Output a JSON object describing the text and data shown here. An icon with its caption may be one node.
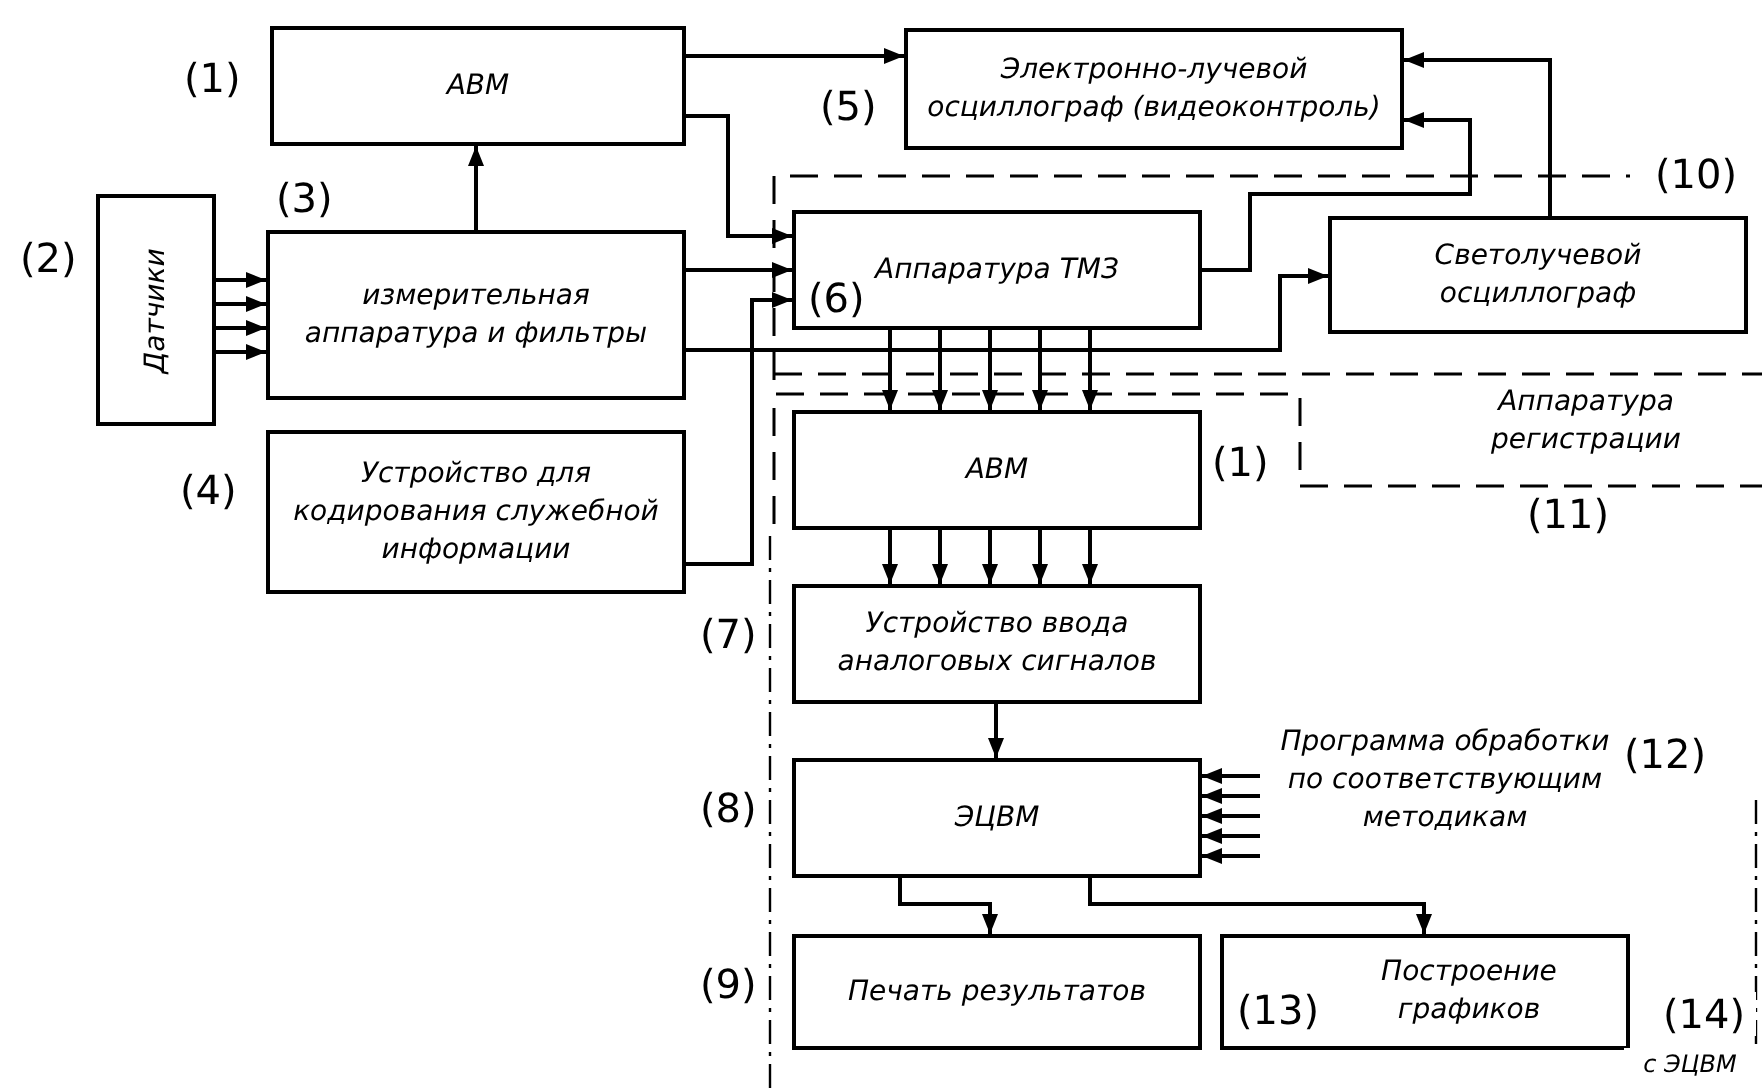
{
  "diagram": {
    "nodes": [
      {
        "text": [
          "АВМ"
        ],
        "beside": [
          "(1)"
        ]
      },
      {
        "text": [
          "Датчики"
        ],
        "beside": [
          "(2)"
        ]
      },
      {
        "text": [
          "измерительная аппаратура и фильтры"
        ],
        "beside": [
          "(3)"
        ]
      },
      {
        "text": [
          "Устройство для кодирования служебной информации"
        ],
        "beside": [
          "(4)"
        ]
      },
      {
        "text": [
          "Электронно-лучевой осциллограф (видеоконтроль)"
        ],
        "beside": [
          "(5)"
        ]
      },
      {
        "text": [
          "Аппаратура ТМЗ",
          "(6)"
        ]
      },
      {
        "text": [
          "Светолучевой осциллограф"
        ]
      },
      {
        "text": [
          "АВМ"
        ],
        "beside": [
          "(1)"
        ]
      },
      {
        "text": [
          "Устройство ввода аналоговых сигналов"
        ],
        "beside": [
          "(7)"
        ]
      },
      {
        "text": [
          "ЭЦВМ"
        ],
        "beside": [
          "(8)"
        ]
      },
      {
        "text": [
          "Печать результатов"
        ],
        "beside": [
          "(9)"
        ]
      },
      {
        "text": [
          "Построение графиков"
        ]
      },
      {
        "text": [
          "Программа обработки по соответствующим методикам"
        ],
        "beside": [
          "(12)"
        ]
      }
    ],
    "edges": [
      {
        "from": 2,
        "to": 0,
        "arrow": "to"
      },
      {
        "from": 1,
        "to": 2,
        "arrow": "to"
      },
      {
        "from": 1,
        "to": 2,
        "arrow": "to"
      },
      {
        "from": 1,
        "to": 2,
        "arrow": "to"
      },
      {
        "from": 1,
        "to": 2,
        "arrow": "to"
      },
      {
        "from": 0,
        "to": 4,
        "arrow": "to"
      },
      {
        "from": 0,
        "to": 5,
        "arrow": "to"
      },
      {
        "from": 2,
        "to": 5,
        "arrow": "to"
      },
      {
        "from": 3,
        "to": 5,
        "arrow": "to"
      },
      {
        "from": 2,
        "to": 6,
        "arrow": "to"
      },
      {
        "from": 5,
        "to": 4,
        "arrow": "to"
      },
      {
        "from": 6,
        "to": 4,
        "arrow": "to"
      },
      {
        "from": 5,
        "to": 7,
        "arrow": "to"
      },
      {
        "from": 5,
        "to": 7,
        "arrow": "to"
      },
      {
        "from": 5,
        "to": 7,
        "arrow": "to"
      },
      {
        "from": 5,
        "to": 7,
        "arrow": "to"
      },
      {
        "from": 5,
        "to": 7,
        "arrow": "to"
      },
      {
        "from": 7,
        "to": 8,
        "arrow": "to"
      },
      {
        "from": 7,
        "to": 8,
        "arrow": "to"
      },
      {
        "from": 7,
        "to": 8,
        "arrow": "to"
      },
      {
        "from": 7,
        "to": 8,
        "arrow": "to"
      },
      {
        "from": 7,
        "to": 8,
        "arrow": "to"
      },
      {
        "from": 8,
        "to": 9,
        "arrow": "to"
      },
      {
        "from": 12,
        "to": 9,
        "arrow": "to"
      },
      {
        "from": 12,
        "to": 9,
        "arrow": "to"
      },
      {
        "from": 12,
        "to": 9,
        "arrow": "to"
      },
      {
        "from": 12,
        "to": 9,
        "arrow": "to"
      },
      {
        "from": 12,
        "to": 9,
        "arrow": "to"
      },
      {
        "from": 9,
        "to": 10,
        "arrow": "to"
      },
      {
        "from": 9,
        "to": 11,
        "arrow": "to"
      }
    ],
    "labels": [
      "(10)",
      "Аппаратура регистрации",
      "(11)",
      "(13)",
      "(14)",
      "с ЭЦВМ"
    ]
  }
}
